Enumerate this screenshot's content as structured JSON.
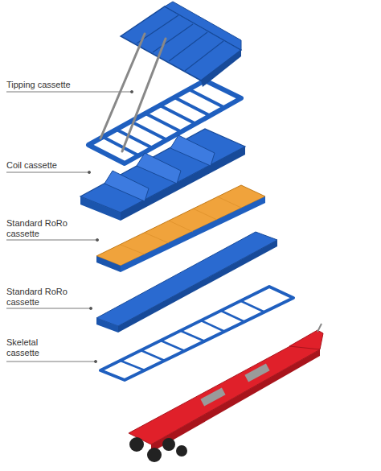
{
  "diagram": {
    "labels": [
      "Tipping cassette",
      "Coil cassette",
      "Standard RoRo cassette",
      "Standard RoRo cassette",
      "Skeletal cassette"
    ]
  }
}
